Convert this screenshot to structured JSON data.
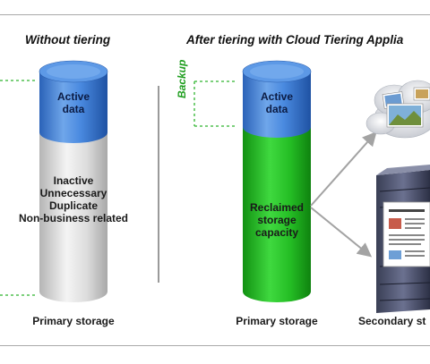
{
  "left": {
    "heading": "Without tiering",
    "cylinder_top_label_line1": "Active",
    "cylinder_top_label_line2": "data",
    "body_lines": [
      "Inactive",
      "Unnecessary",
      "Duplicate",
      "Non-business related"
    ],
    "caption": "Primary storage"
  },
  "right": {
    "heading": "After tiering with Cloud Tiering Applia",
    "backup_label": "Backup",
    "cylinder_top_label_line1": "Active",
    "cylinder_top_label_line2": "data",
    "body_lines": [
      "Reclaimed",
      "storage",
      "capacity"
    ],
    "caption": "Primary storage",
    "secondary_caption": "Secondary st"
  },
  "colors": {
    "active_blue": "#3d80d6",
    "inactive_gray": "#d9d9d9",
    "reclaimed_green": "#22b322",
    "dashed_green": "#2fb52f",
    "frame_gray": "#a9a9a9"
  }
}
